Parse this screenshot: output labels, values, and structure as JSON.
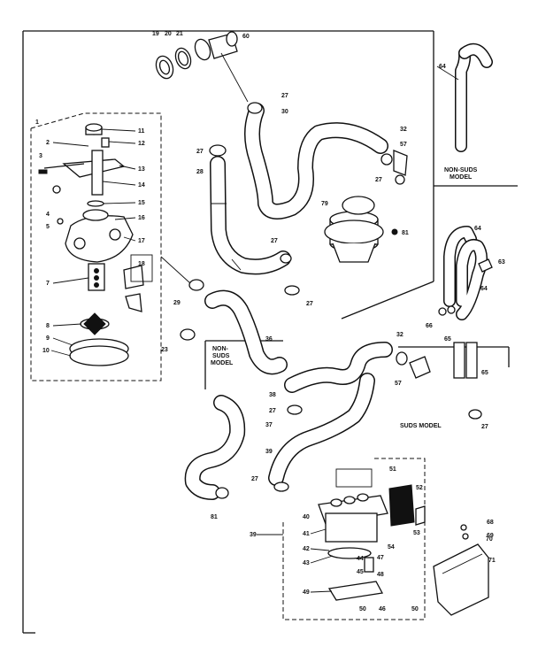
{
  "captions": {
    "non_suds_model_top": [
      "NON-SUDS",
      "MODEL"
    ],
    "non_suds_model_mid": [
      "NON-",
      "SUDS",
      "MODEL"
    ],
    "suds_model": "SUDS MODEL"
  },
  "callouts": {
    "c1": "1",
    "c2": "2",
    "c3": "3",
    "c4": "4",
    "c5": "5",
    "c7": "7",
    "c8": "8",
    "c9": "9",
    "c10": "10",
    "c11": "11",
    "c12": "12",
    "c13": "13",
    "c14": "14",
    "c15": "15",
    "c16": "16",
    "c17": "17",
    "c18": "18",
    "c19": "19",
    "c20": "20",
    "c21": "21",
    "c60": "60",
    "c27a": "27",
    "c30": "30",
    "c27b": "27",
    "c28": "28",
    "c32a": "32",
    "c57a": "57",
    "c27c": "27",
    "c79": "79",
    "c81": "81",
    "c27d": "27",
    "c27e": "27",
    "c64a": "64",
    "c64b": "64",
    "c64c": "64",
    "c63": "63",
    "c66": "66",
    "c65a": "65",
    "c65b": "65",
    "c27f": "27",
    "c29": "29",
    "c23": "23",
    "c36": "36",
    "c38": "38",
    "c27g": "27",
    "c32b": "32",
    "c57b": "57",
    "c37": "37",
    "c39a": "39",
    "c27h": "27",
    "c81b": "81",
    "c39b": "39",
    "c40": "40",
    "c41": "41",
    "c42": "42",
    "c43": "43",
    "c44": "44",
    "c45": "45",
    "c46": "46",
    "c47": "47",
    "c48": "48",
    "c49": "49",
    "c50": "50",
    "c50b": "50",
    "c51": "51",
    "c52": "52",
    "c53": "53",
    "c54": "54",
    "c68": "68",
    "c69": "69",
    "c70": "70",
    "c71": "71"
  }
}
